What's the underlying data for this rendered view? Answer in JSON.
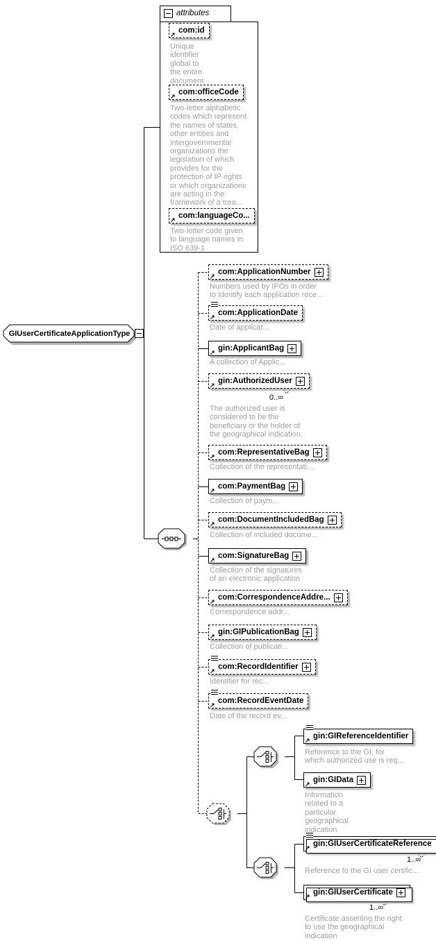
{
  "root": {
    "label": "GIUserCertificateApplicationType"
  },
  "attributes_panel": {
    "title": "attributes",
    "items": [
      {
        "label": "com:id",
        "desc": "Unique\nidentifier\nglobal to\nthe entire\ndocument"
      },
      {
        "label": "com:officeCode",
        "desc": "Two-letter alphabetic\ncodes which represent\nthe names of states,\nother entities and\nintergovernmental\norganizations the\nlegislation of which\nprovides for the\nprotection of IP rights\nor which organizations\nare acting in the\nframework of a trea..."
      },
      {
        "label": "com:languageCo...",
        "desc": "Two-letter code given\nto language names in\nISO 639-1"
      }
    ]
  },
  "sequence_children": [
    {
      "label": "com:ApplicationNumber",
      "desc": "Numbers used by IPOs in order\nto identify each application rece..."
    },
    {
      "label": "com:ApplicationDate",
      "desc": "Date of applicat..."
    },
    {
      "label": "gin:ApplicantBag",
      "desc": "A collection of Applic..."
    },
    {
      "label": "gin:AuthorizedUser",
      "desc": "The authorized user is\nconsidered to be the\nbeneficiary or the holder of\nthe geographical indication.",
      "occurs": "0..∞"
    },
    {
      "label": "com:RepresentativeBag",
      "desc": "Collection of the representati..."
    },
    {
      "label": "com:PaymentBag",
      "desc": "Collection of paym..."
    },
    {
      "label": "com:DocumentIncludedBag",
      "desc": "Collection of included docume..."
    },
    {
      "label": "com:SignatureBag",
      "desc": "Collection of the signatures\nof an electronic application"
    },
    {
      "label": "com:CorrespondenceAddre...",
      "desc": "Correspondence addr..."
    },
    {
      "label": "gin:GIPublicationBag",
      "desc": "Collection of publicati..."
    },
    {
      "label": "com:RecordIdentifier",
      "desc": "Identifier for rec..."
    },
    {
      "label": "com:RecordEventDate",
      "desc": "Date of the record ev..."
    }
  ],
  "choice_a": [
    {
      "label": "gin:GIReferenceIdentifier",
      "desc": "Reference to the GI, for\nwhich authorized use is req..."
    },
    {
      "label": "gin:GIData",
      "desc": "Information\nrelated to a\nparticular\ngeographical\nindication"
    }
  ],
  "choice_b": [
    {
      "label": "gin:GIUserCertificateReference",
      "desc": "Reference to the GI user certific...",
      "occurs": "1..∞"
    },
    {
      "label": "gin:GIUserCertificate",
      "desc": "Certificate asserting the right\nto use the geographical\nindication",
      "occurs": "1..∞"
    }
  ]
}
